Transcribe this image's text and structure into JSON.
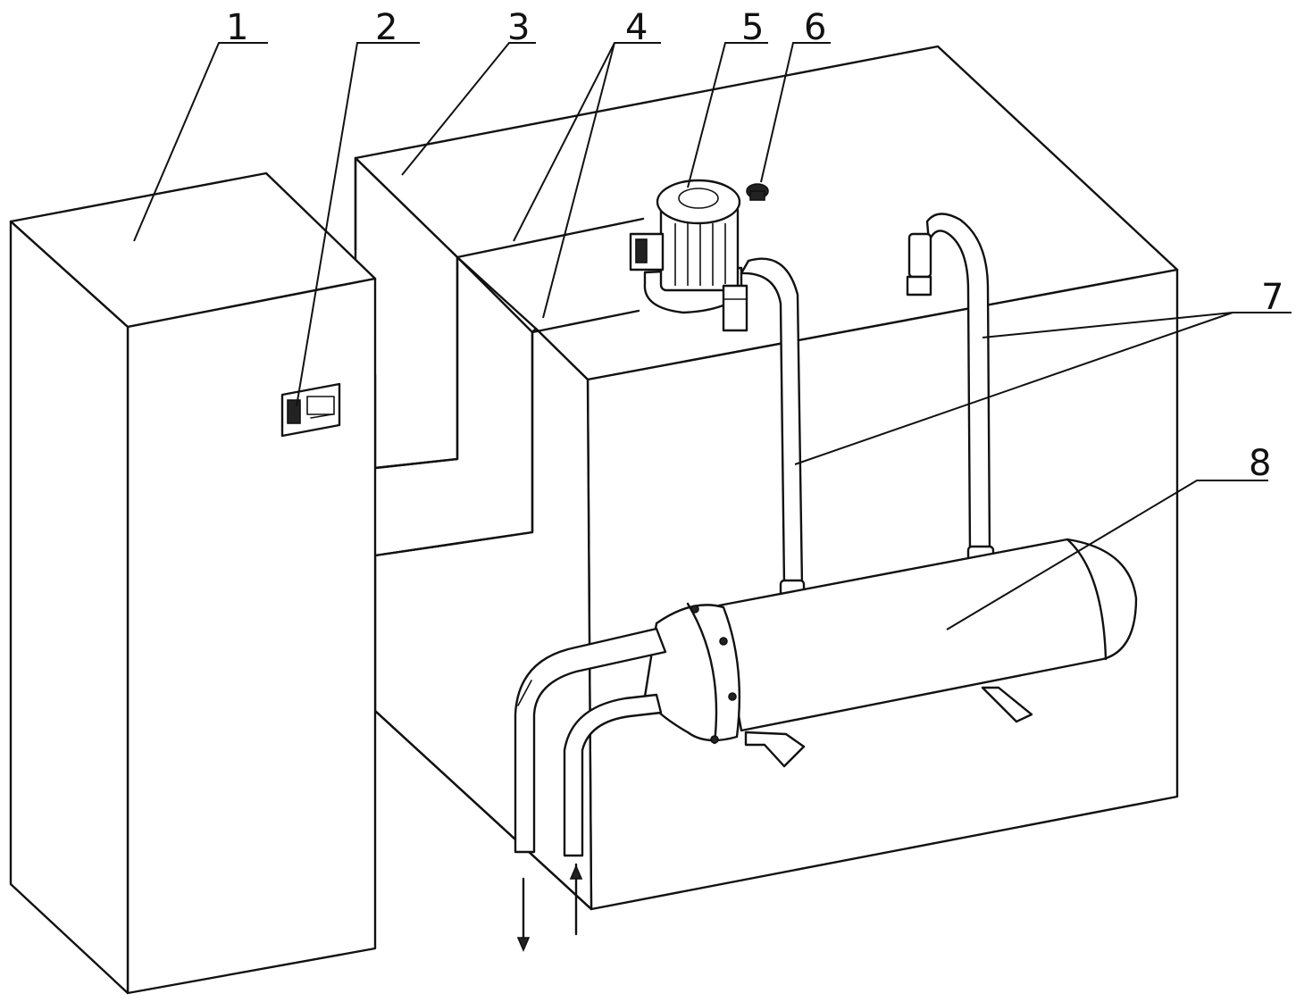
{
  "labels": {
    "l1": "1",
    "l2": "2",
    "l3": "3",
    "l4": "4",
    "l5": "5",
    "l6": "6",
    "l7": "7",
    "l8": "8"
  },
  "colors": {
    "line": "#111111",
    "background": "#ffffff"
  }
}
